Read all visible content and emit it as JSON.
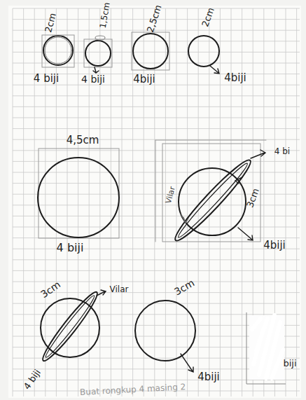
{
  "diagram": {
    "labels": [
      "2cm",
      "1,5cm",
      "2,5cm",
      "2cm",
      "4 biji",
      "4 biji",
      "4biji",
      "4biji",
      "4,5cm",
      "4 biji",
      "4 bi",
      "3cm",
      "Vilar",
      "4biji",
      "3cm",
      "Vilar",
      "4 biji",
      "3cm",
      "4biji",
      "biji",
      "Buat rongkup 4 masing 2"
    ]
  }
}
